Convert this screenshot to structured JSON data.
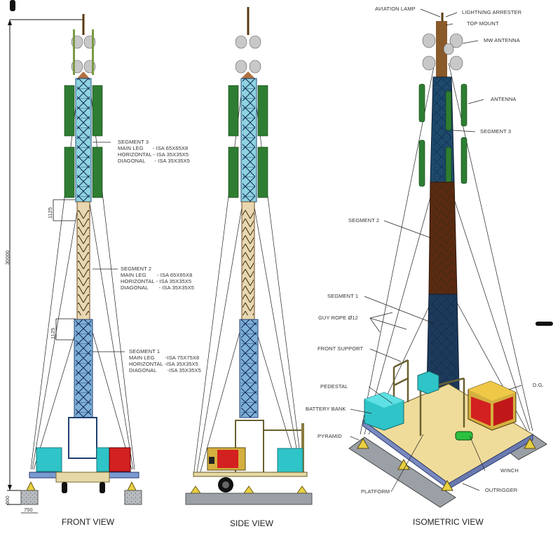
{
  "views": {
    "front": {
      "title": "FRONT VIEW"
    },
    "side": {
      "title": "SIDE VIEW"
    },
    "isometric": {
      "title": "ISOMETRIC VIEW"
    }
  },
  "dimensions": {
    "total_height": "30000",
    "segment_gap_upper": "1125",
    "segment_gap_lower": "1125",
    "footing_height": "600",
    "footing_width": "750"
  },
  "segments": [
    {
      "name": "SEGMENT 3",
      "main_leg": "MAIN LEG      - ISA 65X65X8",
      "horizontal": "HORIZONTAL - ISA 35X35X5",
      "diagonal": "DIAGONAL      - ISA 35X35X5"
    },
    {
      "name": "SEGMENT 2",
      "main_leg": "MAIN LEG       - ISA 65X65X8",
      "horizontal": "HORIZONTAL - ISA 35X35X5",
      "diagonal": "DIAGONAL       - ISA 35X35X5"
    },
    {
      "name": "SEGMENT 1",
      "main_leg": "MAIN LEG       -ISA 75X75X8",
      "horizontal": "HORIZONTAL -ISA 35X35X5",
      "diagonal": "DIAGONAL       -ISA 35X35X5"
    }
  ],
  "iso_labels": {
    "aviation_lamp": "AVIATION LAMP",
    "lightning_arrester": "LIGHTNING ARRESTER",
    "top_mount": "TOP MOUNT",
    "mw_antenna": "MW ANTENNA",
    "antenna": "ANTENNA",
    "segment3": "SEGMENT 3",
    "segment2": "SEGMENT 2",
    "segment1": "SEGMENT 1",
    "guy_rope": "GUY ROPE Ø12",
    "front_support": "FRONT SUPPORT",
    "pedestal": "PEDESTAL",
    "battery_bank": "BATTERY BANK",
    "pyramid": "PYRAMID",
    "platform": "PLATFORM",
    "dg": "D.G.",
    "winch": "WINCH",
    "outrigger": "OUTRIGGER"
  },
  "colors": {
    "antenna_green": "#2e7d32",
    "lattice_blue": "#2f5d9b",
    "lattice_brown": "#8a6a3a",
    "battery_cyan": "#2ec4c8",
    "dg_red": "#d32020",
    "platform_yellow": "#f0dc9a",
    "base_gray": "#9aa0a6",
    "dish_gray": "#c8c8c8"
  }
}
